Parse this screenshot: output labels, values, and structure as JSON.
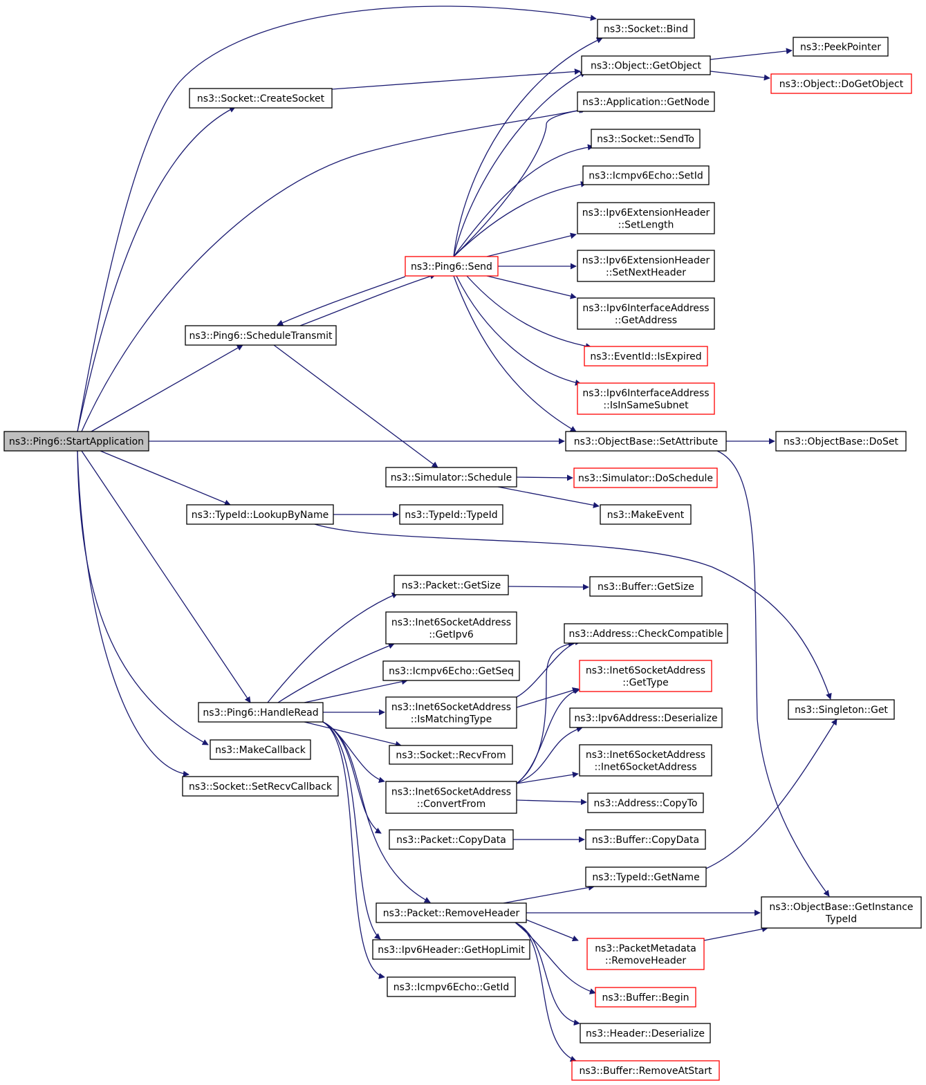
{
  "colors": {
    "edge": "#191970",
    "node_border": "#000000",
    "node_border_truncated": "#ff0000",
    "root_fill": "#bfbfbf",
    "node_fill": "#ffffff"
  },
  "nodes": [
    {
      "id": "n0",
      "lines": [
        "ns3::Ping6::StartApplication"
      ],
      "style": "root"
    },
    {
      "id": "n1",
      "lines": [
        "ns3::Socket::Bind"
      ],
      "style": "normal"
    },
    {
      "id": "n2",
      "lines": [
        "ns3::Socket::CreateSocket"
      ],
      "style": "normal"
    },
    {
      "id": "n3",
      "lines": [
        "ns3::Object::GetObject"
      ],
      "style": "normal"
    },
    {
      "id": "n4",
      "lines": [
        "ns3::PeekPointer"
      ],
      "style": "normal"
    },
    {
      "id": "n5",
      "lines": [
        "ns3::Object::DoGetObject"
      ],
      "style": "red"
    },
    {
      "id": "n6",
      "lines": [
        "ns3::Application::GetNode"
      ],
      "style": "normal"
    },
    {
      "id": "n7",
      "lines": [
        "ns3::Socket::SendTo"
      ],
      "style": "normal"
    },
    {
      "id": "n8",
      "lines": [
        "ns3::Icmpv6Echo::SetId"
      ],
      "style": "normal"
    },
    {
      "id": "n9",
      "lines": [
        "ns3::Ipv6ExtensionHeader",
        "::SetLength"
      ],
      "style": "normal"
    },
    {
      "id": "n10",
      "lines": [
        "ns3::Ipv6ExtensionHeader",
        "::SetNextHeader"
      ],
      "style": "normal"
    },
    {
      "id": "n11",
      "lines": [
        "ns3::Ipv6InterfaceAddress",
        "::GetAddress"
      ],
      "style": "normal"
    },
    {
      "id": "n12",
      "lines": [
        "ns3::EventId::IsExpired"
      ],
      "style": "red"
    },
    {
      "id": "n13",
      "lines": [
        "ns3::Ipv6InterfaceAddress",
        "::IsInSameSubnet"
      ],
      "style": "red"
    },
    {
      "id": "n14",
      "lines": [
        "ns3::Ping6::Send"
      ],
      "style": "red"
    },
    {
      "id": "n15",
      "lines": [
        "ns3::Ping6::ScheduleTransmit"
      ],
      "style": "normal"
    },
    {
      "id": "n16",
      "lines": [
        "ns3::ObjectBase::SetAttribute"
      ],
      "style": "normal"
    },
    {
      "id": "n17",
      "lines": [
        "ns3::ObjectBase::DoSet"
      ],
      "style": "normal"
    },
    {
      "id": "n18",
      "lines": [
        "ns3::Simulator::Schedule"
      ],
      "style": "normal"
    },
    {
      "id": "n19",
      "lines": [
        "ns3::Simulator::DoSchedule"
      ],
      "style": "red"
    },
    {
      "id": "n20",
      "lines": [
        "ns3::MakeEvent"
      ],
      "style": "normal"
    },
    {
      "id": "n21",
      "lines": [
        "ns3::TypeId::LookupByName"
      ],
      "style": "normal"
    },
    {
      "id": "n22",
      "lines": [
        "ns3::TypeId::TypeId"
      ],
      "style": "normal"
    },
    {
      "id": "n23",
      "lines": [
        "ns3::Packet::GetSize"
      ],
      "style": "normal"
    },
    {
      "id": "n24",
      "lines": [
        "ns3::Buffer::GetSize"
      ],
      "style": "normal"
    },
    {
      "id": "n25",
      "lines": [
        "ns3::Inet6SocketAddress",
        "::GetIpv6"
      ],
      "style": "normal"
    },
    {
      "id": "n26",
      "lines": [
        "ns3::Address::CheckCompatible"
      ],
      "style": "normal"
    },
    {
      "id": "n27",
      "lines": [
        "ns3::Icmpv6Echo::GetSeq"
      ],
      "style": "normal"
    },
    {
      "id": "n28",
      "lines": [
        "ns3::Inet6SocketAddress",
        "::GetType"
      ],
      "style": "red"
    },
    {
      "id": "n29",
      "lines": [
        "ns3::Inet6SocketAddress",
        "::IsMatchingType"
      ],
      "style": "normal"
    },
    {
      "id": "n30",
      "lines": [
        "ns3::Ping6::HandleRead"
      ],
      "style": "normal"
    },
    {
      "id": "n31",
      "lines": [
        "ns3::Singleton::Get"
      ],
      "style": "normal"
    },
    {
      "id": "n32",
      "lines": [
        "ns3::Ipv6Address::Deserialize"
      ],
      "style": "normal"
    },
    {
      "id": "n33",
      "lines": [
        "ns3::MakeCallback"
      ],
      "style": "normal"
    },
    {
      "id": "n34",
      "lines": [
        "ns3::Socket::RecvFrom"
      ],
      "style": "normal"
    },
    {
      "id": "n35",
      "lines": [
        "ns3::Inet6SocketAddress",
        "::Inet6SocketAddress"
      ],
      "style": "normal"
    },
    {
      "id": "n36",
      "lines": [
        "ns3::Socket::SetRecvCallback"
      ],
      "style": "normal"
    },
    {
      "id": "n37",
      "lines": [
        "ns3::Inet6SocketAddress",
        "::ConvertFrom"
      ],
      "style": "normal"
    },
    {
      "id": "n38",
      "lines": [
        "ns3::Address::CopyTo"
      ],
      "style": "normal"
    },
    {
      "id": "n39",
      "lines": [
        "ns3::Packet::CopyData"
      ],
      "style": "normal"
    },
    {
      "id": "n40",
      "lines": [
        "ns3::Buffer::CopyData"
      ],
      "style": "normal"
    },
    {
      "id": "n41",
      "lines": [
        "ns3::TypeId::GetName"
      ],
      "style": "normal"
    },
    {
      "id": "n42",
      "lines": [
        "ns3::Packet::RemoveHeader"
      ],
      "style": "normal"
    },
    {
      "id": "n43",
      "lines": [
        "ns3::ObjectBase::GetInstance",
        "TypeId"
      ],
      "style": "normal"
    },
    {
      "id": "n44",
      "lines": [
        "ns3::PacketMetadata",
        "::RemoveHeader"
      ],
      "style": "red"
    },
    {
      "id": "n45",
      "lines": [
        "ns3::Ipv6Header::GetHopLimit"
      ],
      "style": "normal"
    },
    {
      "id": "n46",
      "lines": [
        "ns3::Buffer::Begin"
      ],
      "style": "red"
    },
    {
      "id": "n47",
      "lines": [
        "ns3::Icmpv6Echo::GetId"
      ],
      "style": "normal"
    },
    {
      "id": "n48",
      "lines": [
        "ns3::Header::Deserialize"
      ],
      "style": "normal"
    },
    {
      "id": "n49",
      "lines": [
        "ns3::Buffer::RemoveAtStart"
      ],
      "style": "red"
    }
  ],
  "edges": [
    [
      "n0",
      "n1"
    ],
    [
      "n0",
      "n2"
    ],
    [
      "n0",
      "n6"
    ],
    [
      "n0",
      "n15"
    ],
    [
      "n0",
      "n16"
    ],
    [
      "n0",
      "n21"
    ],
    [
      "n0",
      "n30"
    ],
    [
      "n0",
      "n33"
    ],
    [
      "n0",
      "n36"
    ],
    [
      "n2",
      "n3"
    ],
    [
      "n3",
      "n4"
    ],
    [
      "n3",
      "n5"
    ],
    [
      "n14",
      "n1"
    ],
    [
      "n14",
      "n3"
    ],
    [
      "n14",
      "n6"
    ],
    [
      "n14",
      "n7"
    ],
    [
      "n14",
      "n8"
    ],
    [
      "n14",
      "n9"
    ],
    [
      "n14",
      "n10"
    ],
    [
      "n14",
      "n11"
    ],
    [
      "n14",
      "n12"
    ],
    [
      "n14",
      "n13"
    ],
    [
      "n14",
      "n15"
    ],
    [
      "n14",
      "n16"
    ],
    [
      "n15",
      "n14"
    ],
    [
      "n15",
      "n18"
    ],
    [
      "n16",
      "n17"
    ],
    [
      "n16",
      "n43"
    ],
    [
      "n18",
      "n19"
    ],
    [
      "n18",
      "n20"
    ],
    [
      "n21",
      "n22"
    ],
    [
      "n21",
      "n31"
    ],
    [
      "n23",
      "n24"
    ],
    [
      "n29",
      "n26"
    ],
    [
      "n29",
      "n28"
    ],
    [
      "n30",
      "n23"
    ],
    [
      "n30",
      "n25"
    ],
    [
      "n30",
      "n27"
    ],
    [
      "n30",
      "n29"
    ],
    [
      "n30",
      "n34"
    ],
    [
      "n30",
      "n37"
    ],
    [
      "n30",
      "n39"
    ],
    [
      "n30",
      "n42"
    ],
    [
      "n30",
      "n45"
    ],
    [
      "n30",
      "n47"
    ],
    [
      "n37",
      "n26"
    ],
    [
      "n37",
      "n28"
    ],
    [
      "n37",
      "n32"
    ],
    [
      "n37",
      "n35"
    ],
    [
      "n37",
      "n38"
    ],
    [
      "n39",
      "n40"
    ],
    [
      "n41",
      "n31"
    ],
    [
      "n42",
      "n41"
    ],
    [
      "n42",
      "n43"
    ],
    [
      "n42",
      "n44"
    ],
    [
      "n42",
      "n46"
    ],
    [
      "n42",
      "n48"
    ],
    [
      "n42",
      "n49"
    ],
    [
      "n44",
      "n43"
    ]
  ]
}
